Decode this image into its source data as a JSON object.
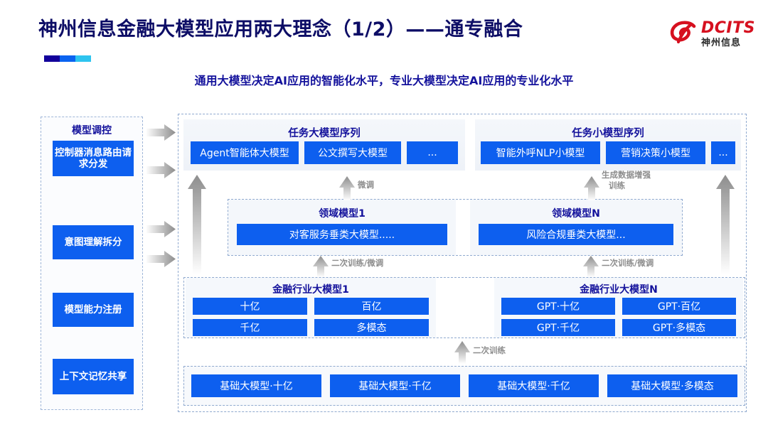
{
  "header": {
    "title": "神州信息金融大模型应用两大理念（1/2）——通专融合",
    "subtitle": "通用大模型决定AI应用的智能化水平，专业大模型决定AI应用的专业化水平",
    "logo": {
      "en": "DCITS",
      "cn": "神州信息",
      "mark": "swirl-logo-icon"
    },
    "accent_colors": [
      "#12009b",
      "#0a63f0",
      "#2ec4ef"
    ],
    "title_color": "#0d0d66",
    "brand_red": "#d6101f"
  },
  "control_column": {
    "title": "模型调控",
    "items": [
      {
        "label": "控制器消息路由请求分发"
      },
      {
        "label": "意图理解拆分"
      },
      {
        "label": "模型能力注册"
      },
      {
        "label": "上下文记忆共享"
      }
    ]
  },
  "side_arrows": [
    {
      "name": "side-arrow-1"
    },
    {
      "name": "side-arrow-2"
    },
    {
      "name": "side-arrow-3"
    },
    {
      "name": "side-arrow-4"
    }
  ],
  "task_layer": {
    "left": {
      "title": "任务大模型序列",
      "chips": [
        "Agent智能体大模型",
        "公文撰写大模型",
        "..."
      ]
    },
    "right": {
      "title": "任务小模型序列",
      "chips": [
        "智能外呼NLP小模型",
        "营销决策小模型",
        "..."
      ]
    }
  },
  "domain_layer": {
    "left": {
      "title": "领域模型1",
      "chip": "对客服务垂类大模型....."
    },
    "right": {
      "title": "领域模型N",
      "chip": "风险合规垂类大模型..."
    }
  },
  "industry_layer": {
    "left": {
      "title": "金融行业大模型1",
      "chips": [
        "十亿",
        "百亿",
        "千亿",
        "多模态"
      ]
    },
    "right": {
      "title": "金融行业大模型N",
      "chips": [
        "GPT·十亿",
        "GPT·百亿",
        "GPT·千亿",
        "GPT·多模态"
      ]
    }
  },
  "base_layer": {
    "chips": [
      "基础大模型·十亿",
      "基础大模型·千亿",
      "基础大模型·千亿",
      "基础大模型·多模态"
    ]
  },
  "flow_labels": {
    "fine_tune": "微调",
    "data_aug": "生成数据增强\n训练",
    "data_aug_line1": "生成数据增强",
    "data_aug_line2": "训练",
    "retrain_finetune_left": "二次训练/微调",
    "retrain_finetune_right": "二次训练/微调",
    "retrain": "二次训练"
  },
  "colors": {
    "chip_blue": "#0d5fef",
    "panel_bg": "#f4f7fb",
    "dashed_border": "#8fa9cf",
    "label_gray": "#8d8d8d"
  }
}
